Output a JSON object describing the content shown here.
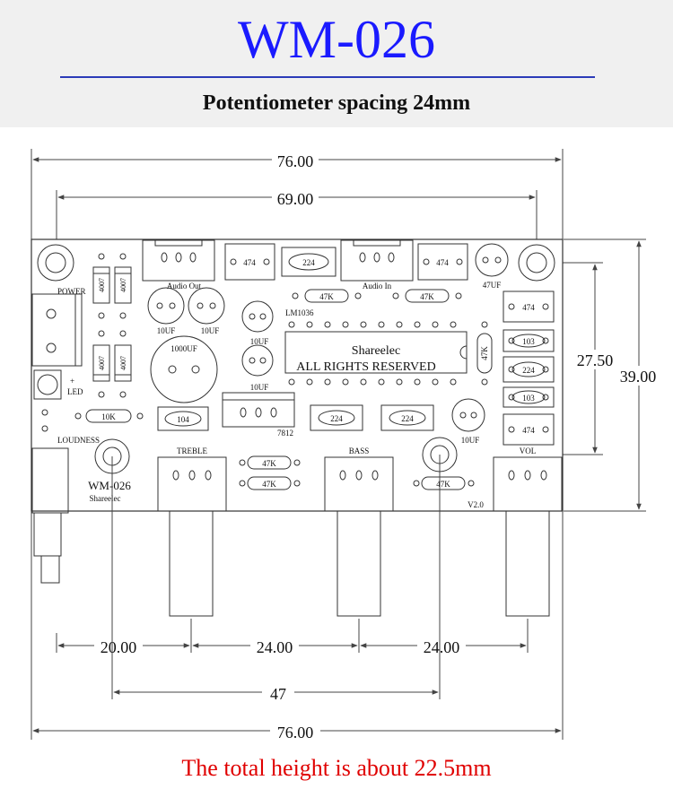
{
  "header": {
    "title": "WM-026",
    "subtitle": "Potentiometer spacing 24mm"
  },
  "dimensions": {
    "top_width": "76.00",
    "pot_span": "69.00",
    "height_inner": "27.50",
    "height_total": "39.00",
    "pitch_1": "20.00",
    "pitch_2": "24.00",
    "pitch_3": "24.00",
    "pitch_sum": "47",
    "bottom_width": "76.00"
  },
  "board": {
    "power": "POWER",
    "led": "LED",
    "led_plus": "+",
    "diode_1": "4007",
    "diode_2": "4007",
    "diode_3": "4007",
    "diode_4": "4007",
    "audio_out": "Audio Out",
    "audio_in": "Audio In",
    "cap_474_a": "474",
    "cap_224_a": "224",
    "cap_474_b": "474",
    "cap_47uf": "47UF",
    "cap_10uf_a": "10UF",
    "cap_10uf_b": "10UF",
    "cap_10uf_c": "10UF",
    "cap_10uf_d": "10UF",
    "cap_10uf_e": "10UF",
    "cap_1000uf": "1000UF",
    "res_47k_a": "47K",
    "res_47k_b": "47K",
    "chip": "LM1036",
    "chip_brand": "Shareelec",
    "chip_rights": "ALL RIGHTS RESERVED",
    "res_47k_v": "47K",
    "res_10k": "10K",
    "cap_104": "104",
    "reg_7812": "7812",
    "cap_224_b": "224",
    "cap_224_c": "224",
    "cap_r474_a": "474",
    "cap_r103_a": "103",
    "cap_r224": "224",
    "cap_r103_b": "103",
    "cap_r474_b": "474",
    "loudness": "LOUDNESS",
    "model": "WM-026",
    "brand": "Shareelec",
    "treble": "TREBLE",
    "bass": "BASS",
    "vol": "VOL",
    "res_47k_c": "47K",
    "res_47k_d": "47K",
    "res_47k_e": "47K",
    "version": "V2.0"
  },
  "footer": {
    "note": "The total height is about 22.5mm"
  }
}
